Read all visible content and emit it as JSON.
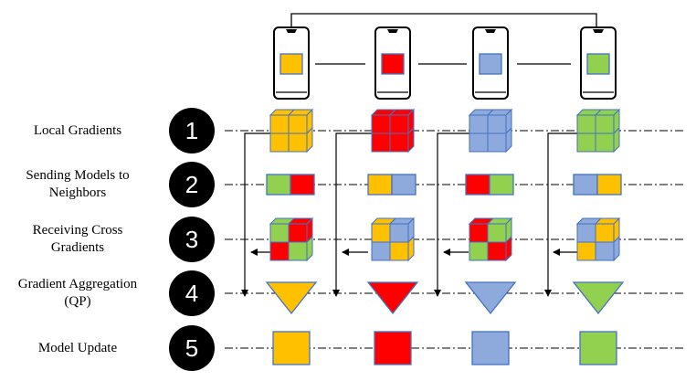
{
  "steps": [
    {
      "number": "1",
      "label_lines": [
        "Local Gradients"
      ]
    },
    {
      "number": "2",
      "label_lines": [
        "Sending Models to",
        "Neighbors"
      ]
    },
    {
      "number": "3",
      "label_lines": [
        "Receiving Cross",
        "Gradients"
      ]
    },
    {
      "number": "4",
      "label_lines": [
        "Gradient Aggregation",
        "(QP)"
      ]
    },
    {
      "number": "5",
      "label_lines": [
        "Model Update"
      ]
    }
  ],
  "devices": [
    {
      "id": "device-1",
      "color_name": "yellow",
      "color": "#FFC000",
      "neighbor_order": [
        "green",
        "red"
      ],
      "cross_cube": [
        "green",
        "red",
        "red",
        "green"
      ]
    },
    {
      "id": "device-2",
      "color_name": "red",
      "color": "#FF0000",
      "neighbor_order": [
        "yellow",
        "blue"
      ],
      "cross_cube": [
        "yellow",
        "blue",
        "blue",
        "yellow"
      ]
    },
    {
      "id": "device-3",
      "color_name": "blue",
      "color": "#8EA9DB",
      "neighbor_order": [
        "red",
        "green"
      ],
      "cross_cube": [
        "red",
        "green",
        "green",
        "red"
      ]
    },
    {
      "id": "device-4",
      "color_name": "green",
      "color": "#92D050",
      "neighbor_order": [
        "blue",
        "yellow"
      ],
      "cross_cube": [
        "blue",
        "yellow",
        "yellow",
        "blue"
      ]
    }
  ],
  "palette": {
    "yellow": "#FFC000",
    "red": "#FF0000",
    "blue": "#8EA9DB",
    "green": "#92D050",
    "outline": "#4472C4",
    "phone_outline": "#000000",
    "step_circle": "#000000"
  }
}
